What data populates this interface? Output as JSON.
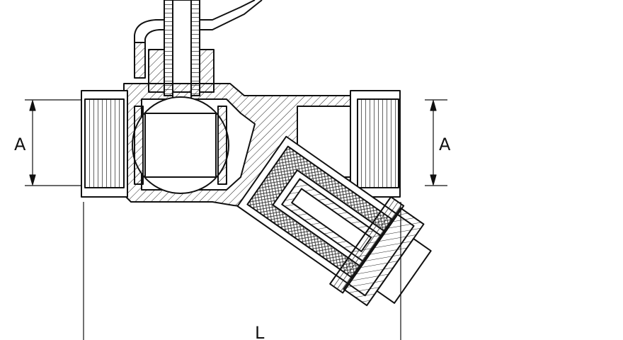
{
  "dimensions": {
    "left_label": "A",
    "right_label": "A",
    "bottom_label": "L"
  },
  "colors": {
    "line": "#111111",
    "background": "#ffffff",
    "hatch": "#222222"
  },
  "icons": {
    "valve": "ball-valve-with-y-strainer-cross-section"
  }
}
